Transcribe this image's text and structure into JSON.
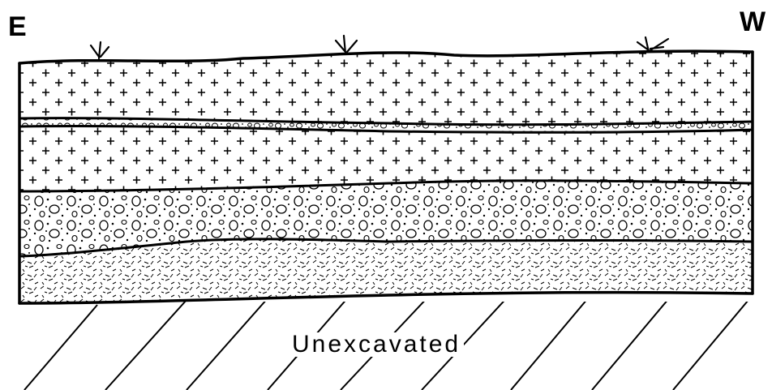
{
  "labels": {
    "east": "E",
    "west": "W",
    "unexcavated": "Unexcavated"
  },
  "layers": [
    {
      "pattern": "crosses"
    },
    {
      "pattern": "gravel-band"
    },
    {
      "pattern": "crosses"
    },
    {
      "pattern": "pebbles"
    },
    {
      "pattern": "dashes"
    }
  ],
  "colors": {
    "ink": "#000000",
    "paper": "#ffffff"
  }
}
